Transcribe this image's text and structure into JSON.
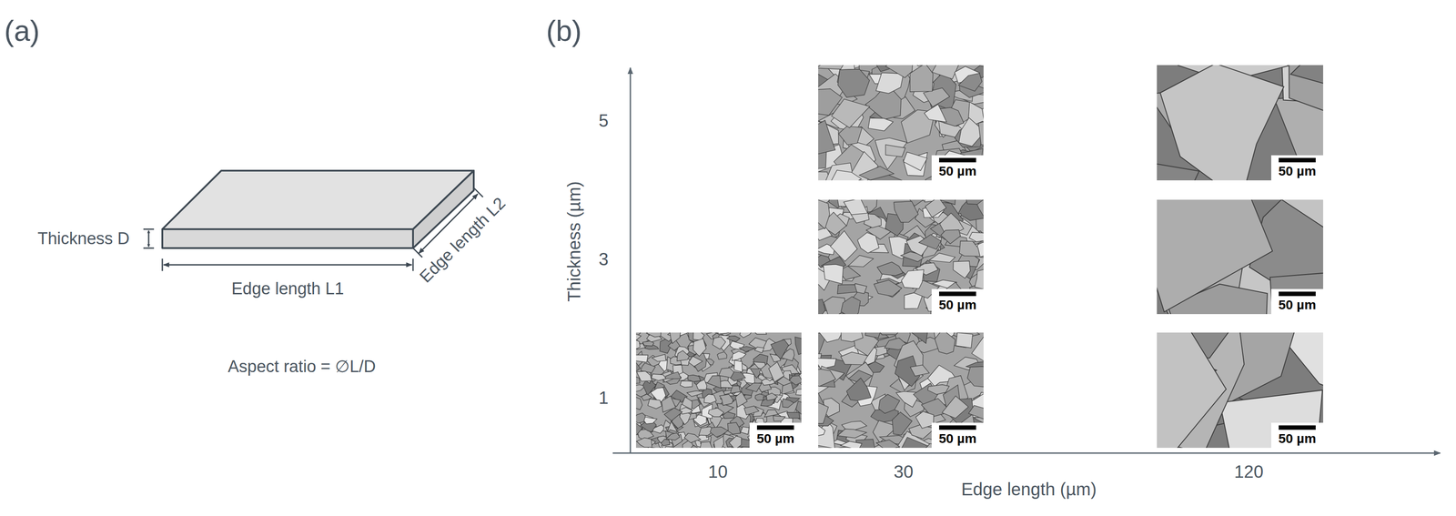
{
  "diagram": {
    "nodes": [
      {
        "text": [
          "50 µm"
        ]
      },
      {
        "text": [
          "50 µm"
        ]
      },
      {
        "text": [
          "50 µm"
        ]
      },
      {
        "text": [
          "50 µm"
        ]
      },
      {
        "text": [
          "50 µm"
        ]
      },
      {
        "text": [
          "50 µm"
        ]
      },
      {
        "text": [
          "50 µm"
        ]
      }
    ],
    "labels": [
      "(a)",
      "(b)",
      "Thickness D",
      "Edge length L1",
      "Edge length L2",
      "Aspect ratio = ∅L/D",
      "5",
      "3",
      "1",
      "10",
      "30",
      "120",
      "Thickness (µm)",
      "Edge length (µm)"
    ]
  }
}
